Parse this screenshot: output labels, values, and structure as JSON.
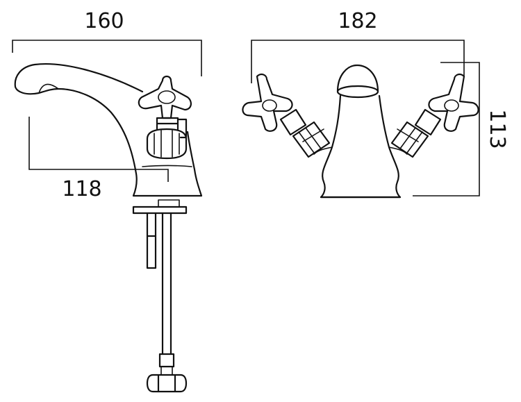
{
  "dimensions": {
    "side_width": "160",
    "spout_reach": "118",
    "front_width": "182",
    "height": "113"
  }
}
